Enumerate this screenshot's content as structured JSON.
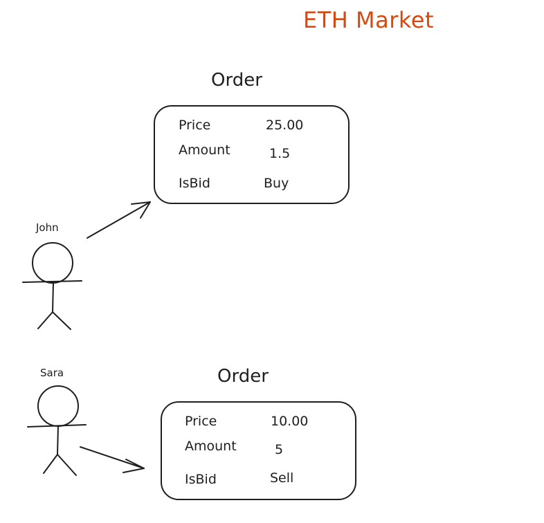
{
  "title": "ETH Market",
  "accent_color": "#d9480f",
  "stroke_color": "#1e1e1e",
  "orders": [
    {
      "heading": "Order",
      "fields": [
        {
          "label": "Price",
          "value": "25.00"
        },
        {
          "label": "Amount",
          "value": "1.5"
        },
        {
          "label": "IsBid",
          "value": "Buy"
        }
      ]
    },
    {
      "heading": "Order",
      "fields": [
        {
          "label": "Price",
          "value": "10.00"
        },
        {
          "label": "Amount",
          "value": "5"
        },
        {
          "label": "IsBid",
          "value": "Sell"
        }
      ]
    }
  ],
  "people": [
    {
      "name": "John",
      "icon": "stick-figure-icon"
    },
    {
      "name": "Sara",
      "icon": "stick-figure-icon"
    }
  ]
}
